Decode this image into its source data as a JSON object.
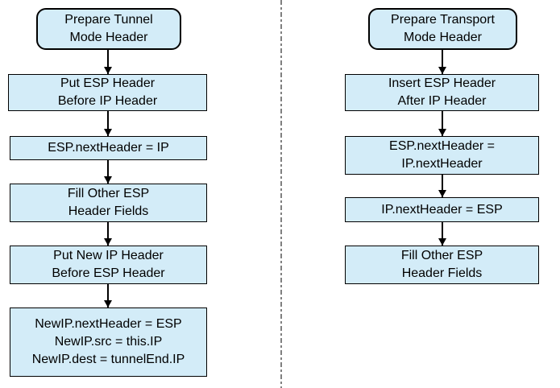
{
  "flow": {
    "left": {
      "nodes": [
        {
          "label": "Prepare Tunnel\nMode Header"
        },
        {
          "label": "Put ESP Header\nBefore IP Header"
        },
        {
          "label": "ESP.nextHeader = IP"
        },
        {
          "label": "Fill Other ESP\nHeader Fields"
        },
        {
          "label": "Put New IP Header\nBefore ESP Header"
        },
        {
          "label": "NewIP.nextHeader = ESP\nNewIP.src = this.IP\nNewIP.dest = tunnelEnd.IP"
        }
      ]
    },
    "right": {
      "nodes": [
        {
          "label": "Prepare Transport\nMode Header"
        },
        {
          "label": "Insert ESP Header\nAfter IP Header"
        },
        {
          "label": "ESP.nextHeader =\nIP.nextHeader"
        },
        {
          "label": "IP.nextHeader = ESP"
        },
        {
          "label": "Fill Other ESP\nHeader Fields"
        }
      ]
    }
  },
  "colors": {
    "node_fill": "#d3ecf8",
    "node_border": "#000000",
    "arrow": "#000000",
    "divider": "#808080",
    "background": "#ffffff",
    "text": "#000000"
  }
}
